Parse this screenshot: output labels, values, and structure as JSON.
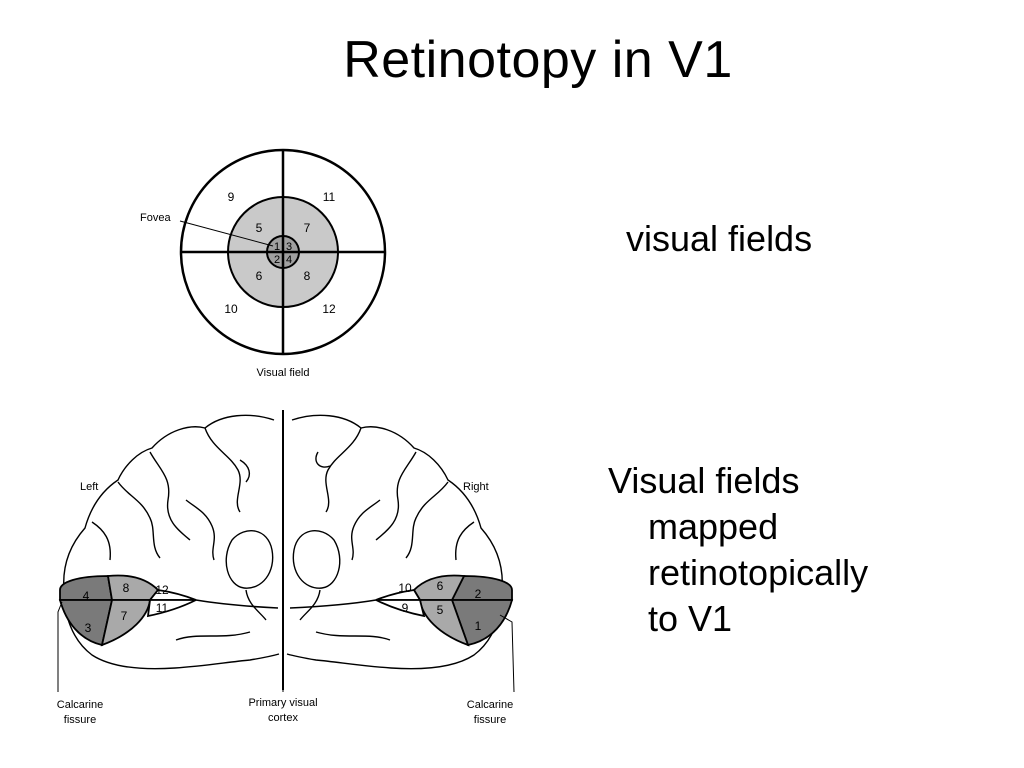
{
  "slide": {
    "title": "Retinotopy in V1",
    "label_visual_fields": "visual fields",
    "bullet": {
      "line1": "Visual fields",
      "line2": "mapped",
      "line3": "retinotopically",
      "line4": "to V1"
    }
  },
  "figure": {
    "visual_field": {
      "fovea_label": "Fovea",
      "caption": "Visual field",
      "outer_numbers": [
        "9",
        "11",
        "10",
        "12"
      ],
      "middle_numbers": [
        "5",
        "7",
        "6",
        "8"
      ],
      "inner_numbers": [
        "1",
        "3",
        "2",
        "4"
      ]
    },
    "brain": {
      "left_label": "Left",
      "right_label": "Right",
      "calcarine_left": [
        "Calcarine",
        "fissure"
      ],
      "calcarine_right": [
        "Calcarine",
        "fissure"
      ],
      "primary_visual_cortex": [
        "Primary visual",
        "cortex"
      ],
      "left_numbers": [
        "4",
        "3",
        "8",
        "7",
        "12",
        "11"
      ],
      "right_numbers": [
        "10",
        "9",
        "6",
        "5",
        "2",
        "1"
      ]
    }
  },
  "colors": {
    "dark_gray": "#7a7a7a",
    "mid_gray": "#a9a9a9",
    "light_gray": "#c9c9c9"
  }
}
